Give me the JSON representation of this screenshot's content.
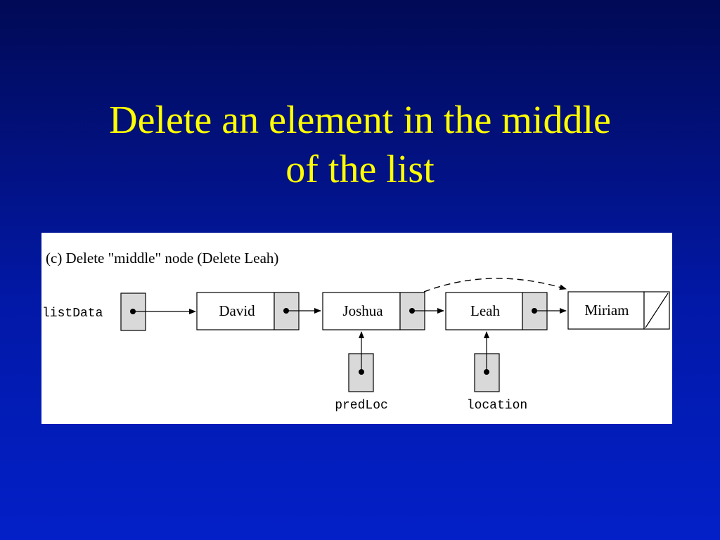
{
  "slide": {
    "title_line1": "Delete an element in the middle",
    "title_line2": "of the list"
  },
  "diagram": {
    "caption": "(c) Delete \"middle\" node (Delete Leah)",
    "head_pointer_label": "listData",
    "nodes": [
      "David",
      "Joshua",
      "Leah",
      "Miriam"
    ],
    "pointer_labels": {
      "pred": "predLoc",
      "current": "location"
    },
    "colors": {
      "pointer_cell": "#d9d9d9",
      "title": "#ffff00"
    }
  }
}
